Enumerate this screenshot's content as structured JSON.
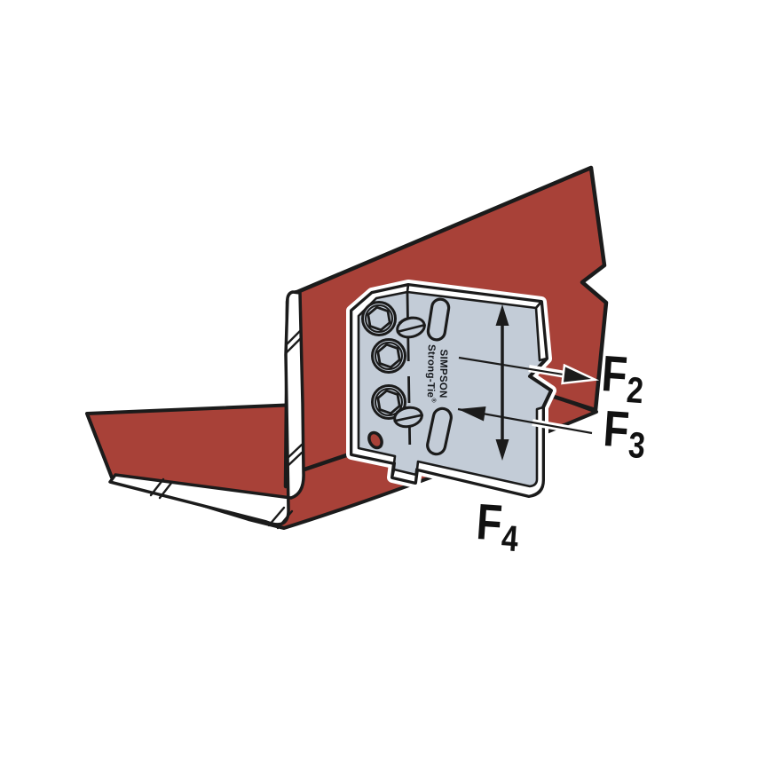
{
  "colors": {
    "member_red": "#a84138",
    "bracket_gray": "#c3ccd7",
    "line_black": "#1b1b1b",
    "background": "#ffffff"
  },
  "brand": {
    "line1": "SIMPSON",
    "line2": "Strong-Tie",
    "mark": "®"
  },
  "labels": {
    "f2": {
      "base": "F",
      "subscript": "2"
    },
    "f3": {
      "base": "F",
      "subscript": "3"
    },
    "f4": {
      "base": "F",
      "subscript": "4"
    }
  }
}
